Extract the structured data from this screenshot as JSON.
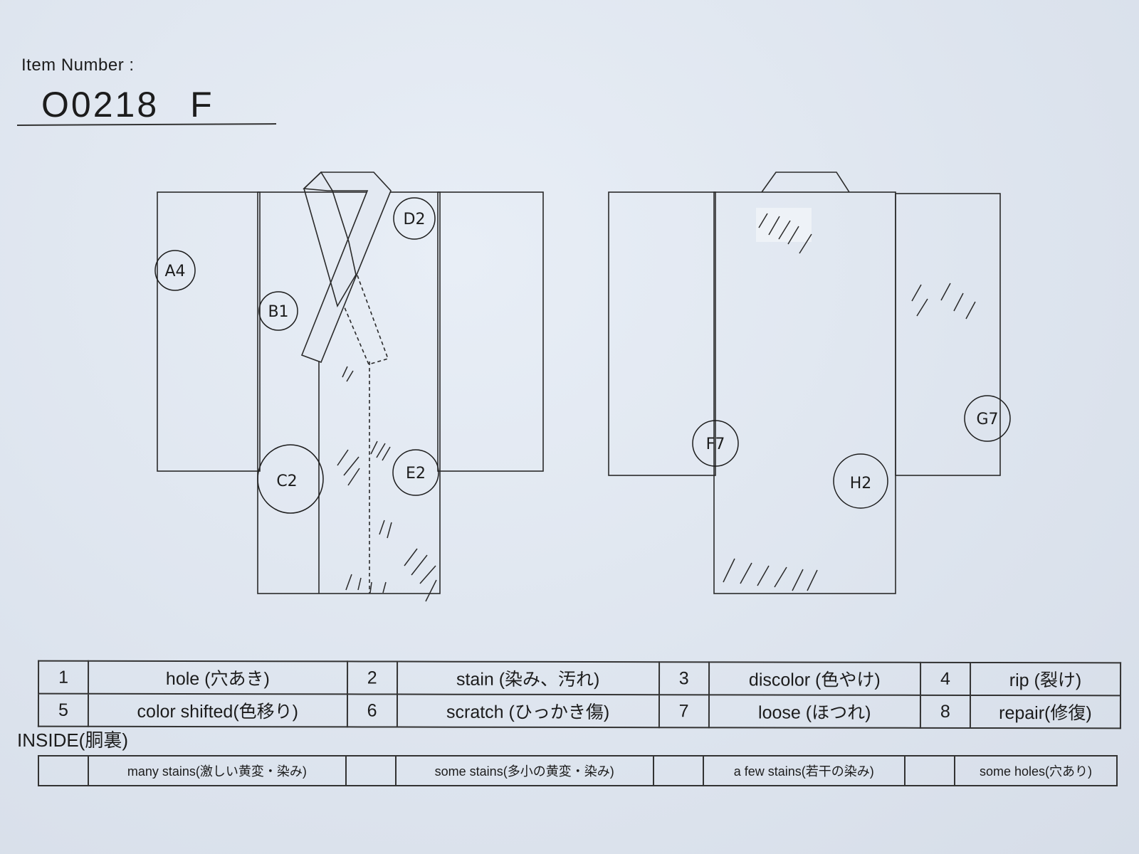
{
  "header": {
    "label": "Item Number :",
    "value": "O0218",
    "suffix": "F"
  },
  "marks": {
    "front": [
      "A4",
      "B1",
      "C2",
      "D2",
      "E2"
    ],
    "back": [
      "F7",
      "G7",
      "H2"
    ]
  },
  "legend": [
    {
      "num": "1",
      "text": "hole (穴あき)"
    },
    {
      "num": "2",
      "text": "stain (染み、汚れ)"
    },
    {
      "num": "3",
      "text": "discolor (色やけ)"
    },
    {
      "num": "4",
      "text": "rip (裂け)"
    },
    {
      "num": "5",
      "text": "color shifted(色移り)"
    },
    {
      "num": "6",
      "text": "scratch (ひっかき傷)"
    },
    {
      "num": "7",
      "text": "loose (ほつれ)"
    },
    {
      "num": "8",
      "text": "repair(修復)"
    }
  ],
  "inside": {
    "title": "INSIDE(胴裏)",
    "items": [
      "many stains(激しい黄変・染み)",
      "some stains(多小の黄変・染み)",
      "a few stains(若干の染み)",
      "some holes(穴あり)"
    ]
  }
}
